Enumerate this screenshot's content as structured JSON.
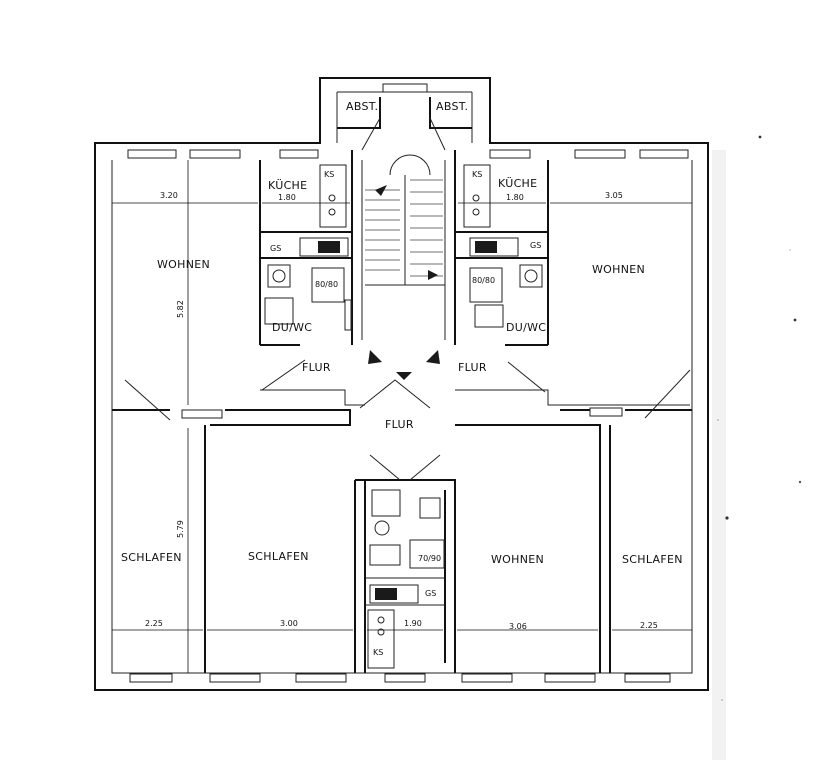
{
  "rooms": {
    "abst_left": "ABST.",
    "abst_right": "ABST.",
    "kueche_left": "KÜCHE",
    "kueche_right": "KÜCHE",
    "wohnen_left": "WOHNEN",
    "wohnen_right": "WOHNEN",
    "wohnen_bottom": "WOHNEN",
    "schlafen_left_outer": "SCHLAFEN",
    "schlafen_left_inner": "SCHLAFEN",
    "schlafen_right": "SCHLAFEN",
    "duwc_left": "DU/WC",
    "duwc_right": "DU/WC",
    "flur_left": "FLUR",
    "flur_right": "FLUR",
    "flur_center": "FLUR"
  },
  "fixtures": {
    "ks_left": "KS",
    "ks_right": "KS",
    "ks_bottom": "KS",
    "gs_left": "GS",
    "gs_right": "GS",
    "gs_bottom": "GS",
    "tub_left": "80/80",
    "tub_right": "80/80",
    "tub_bottom": "70/90"
  },
  "dimensions": {
    "wohnen_left_width": "3.20",
    "wohnen_left_depth": "5.82",
    "kueche_left_width": "1.80",
    "kueche_right_width": "1.80",
    "wohnen_right_width": "3.05",
    "schlafen_depth": "5.79",
    "schlafen_left_width": "2.25",
    "schlafen_mid_width": "3.00",
    "kueche_bottom_width": "1.90",
    "wohnen_bottom_width": "3.06",
    "schlafen_right_width": "2.25"
  }
}
